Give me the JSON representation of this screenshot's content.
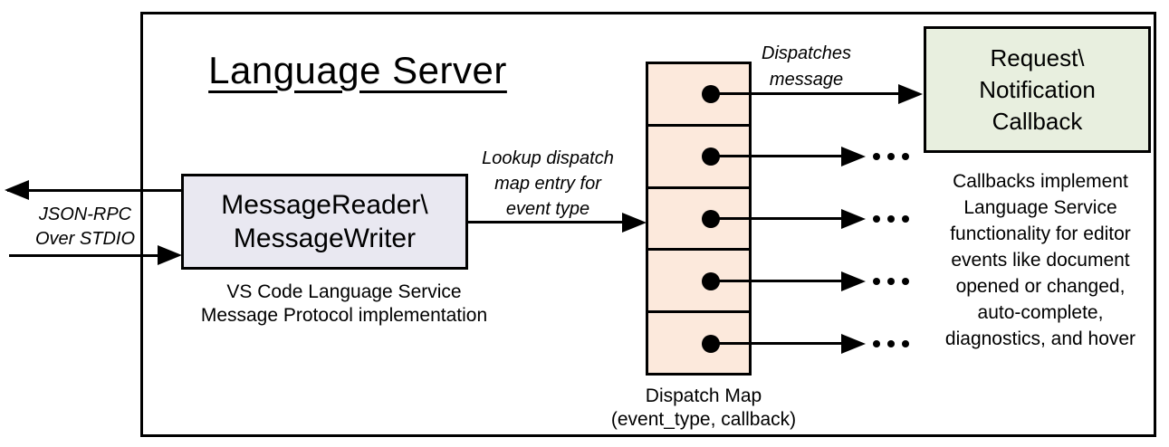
{
  "colors": {
    "background": "#ffffff",
    "line": "#000000",
    "message_box_fill": "#e9e8f1",
    "dispatch_map_fill": "#fce9dc",
    "callback_box_fill": "#e8efdf"
  },
  "diagram": {
    "title": "Language Server",
    "stdio_label": {
      "line1": "JSON-RPC",
      "line2": "Over STDIO"
    },
    "message_box": {
      "line1": "MessageReader\\",
      "line2": "MessageWriter"
    },
    "message_box_caption": {
      "line1": "VS Code Language Service",
      "line2": "Message Protocol implementation"
    },
    "lookup_label": {
      "line1": "Lookup dispatch",
      "line2": "map entry for",
      "line3": "event type"
    },
    "dispatches_label": {
      "line1": "Dispatches",
      "line2": "message"
    },
    "callback_box": {
      "line1": "Request\\",
      "line2": "Notification",
      "line3": "Callback"
    },
    "callbacks_note": {
      "lines": [
        "Callbacks implement",
        "Language Service",
        "functionality for editor",
        "events like document",
        "opened or changed,",
        "auto-complete,",
        "diagnostics, and hover"
      ]
    },
    "dispatch_map": {
      "rows": 5
    },
    "dispatch_map_caption": {
      "line1": "Dispatch Map",
      "line2": "(event_type, callback)"
    },
    "ellipsis": "..."
  }
}
